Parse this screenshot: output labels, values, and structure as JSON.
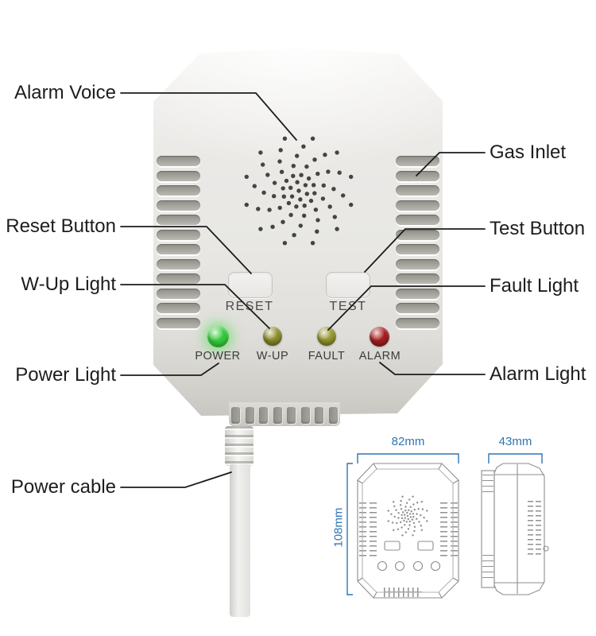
{
  "callouts": {
    "left": [
      {
        "label": "Alarm Voice"
      },
      {
        "label": "Reset Button"
      },
      {
        "label": "W-Up Light"
      },
      {
        "label": "Power Light"
      },
      {
        "label": "Power cable"
      }
    ],
    "right": [
      {
        "label": "Gas Inlet"
      },
      {
        "label": "Test Button"
      },
      {
        "label": "Fault Light"
      },
      {
        "label": "Alarm Light"
      }
    ]
  },
  "device": {
    "buttons": [
      {
        "label": "RESET"
      },
      {
        "label": "TEST"
      }
    ],
    "leds": [
      {
        "label": "POWER",
        "color": "#35c93a",
        "state": "on"
      },
      {
        "label": "W-UP",
        "color": "#8f9030",
        "state": "off"
      },
      {
        "label": "FAULT",
        "color": "#999a31",
        "state": "off"
      },
      {
        "label": "ALARM",
        "color": "#a82020",
        "state": "off"
      }
    ]
  },
  "dimensions": {
    "front_width": "82mm",
    "side_depth": "43mm",
    "height": "108mm",
    "accent_color": "#2e74b5"
  }
}
